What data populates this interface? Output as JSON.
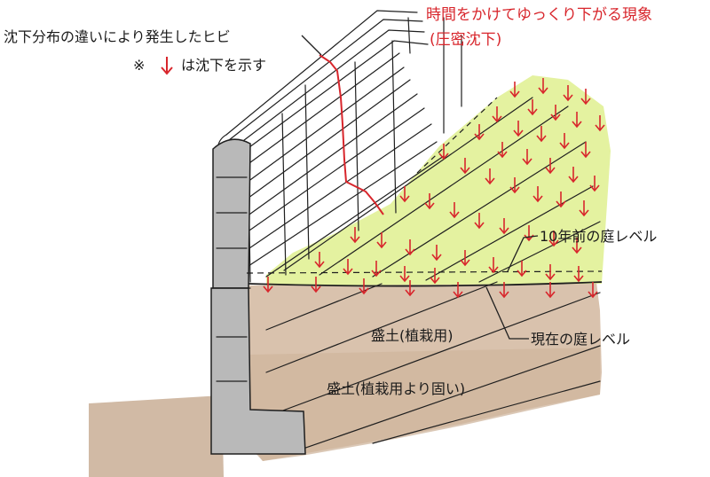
{
  "labels": {
    "crack": "沈下分布の違いにより発生したヒビ",
    "legend_mark": "※",
    "legend_text": "は沈下を示す",
    "consolidation_line1": "時間をかけてゆっくり下がる現象",
    "consolidation_line2": "(圧密沈下)",
    "past_level": "10年前の庭レベル",
    "current_level": "現在の庭レベル",
    "fill_upper": "盛土(植栽用)",
    "fill_lower": "盛土(植栽用より固い)"
  },
  "colors": {
    "soil": "#d9c2ad",
    "soil_dark": "#c9ae95",
    "lawn": "#e4f2a0",
    "concrete": "#b9b9b9",
    "arrow": "#d8262c",
    "ink": "#1f1f1f",
    "red_text": "#d8262c"
  }
}
